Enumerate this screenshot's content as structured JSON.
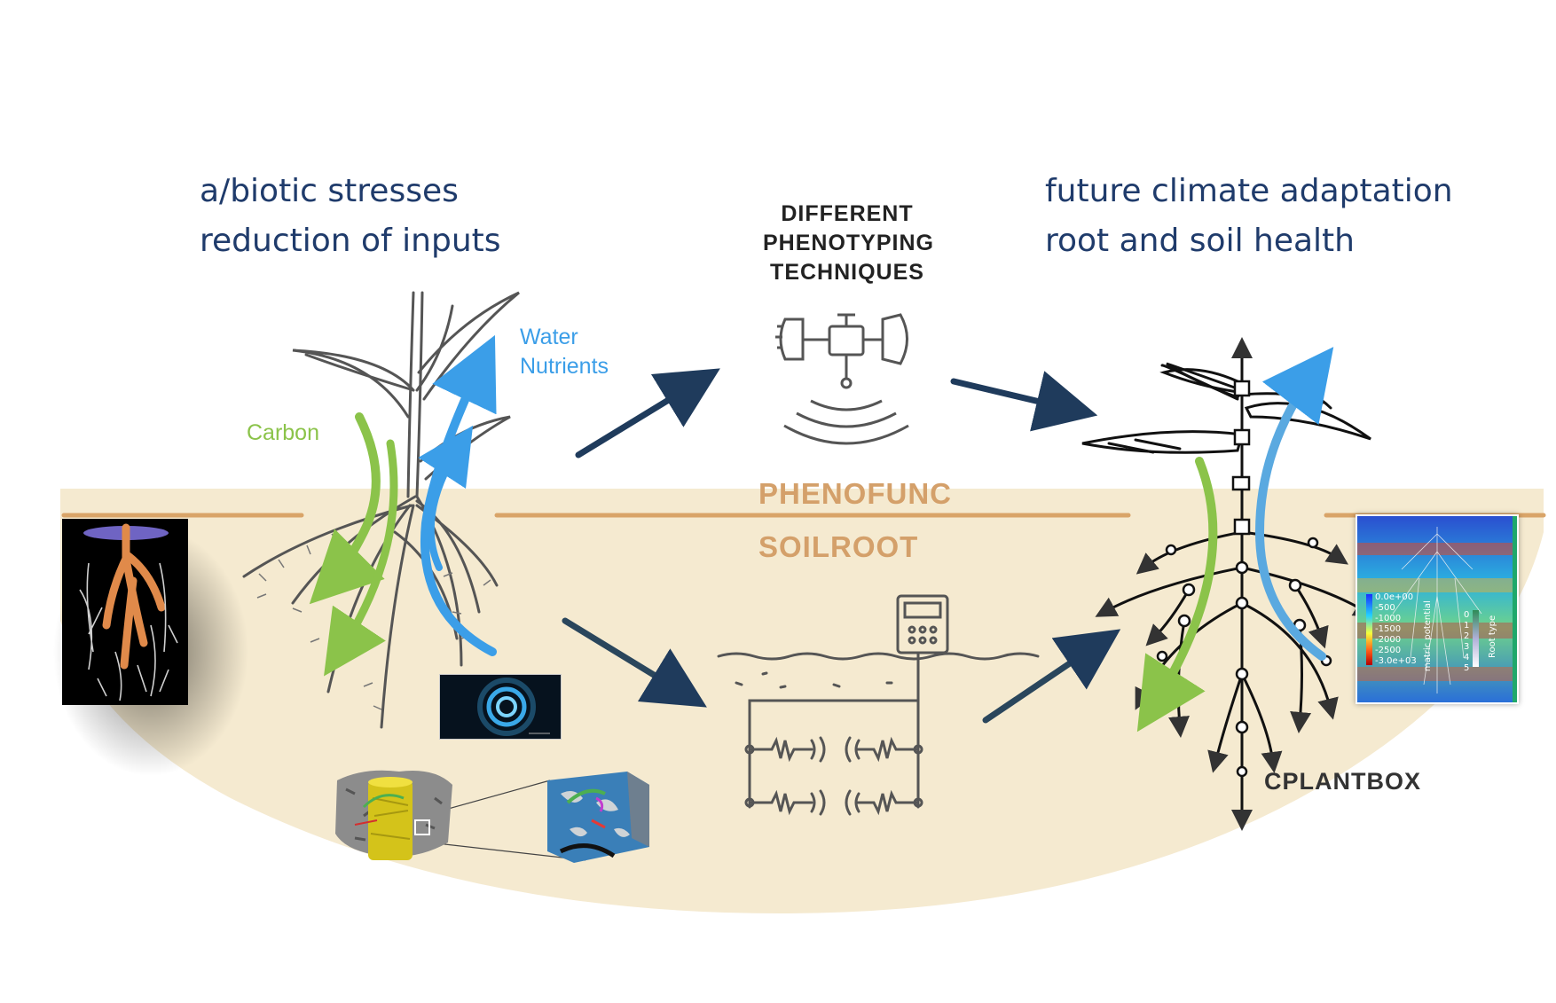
{
  "captions": {
    "left": {
      "line1": "a/biotic stresses",
      "line2": "reduction of inputs"
    },
    "right": {
      "line1": "future climate adaptation",
      "line2": "root and soil health"
    }
  },
  "phenotyping": {
    "line1": "DIFFERENT",
    "line2": "PHENOTYPING",
    "line3": "TECHNIQUES"
  },
  "flows": {
    "water": {
      "line1": "Water",
      "line2": "Nutrients"
    },
    "carbon": "Carbon"
  },
  "bands": {
    "phenofunc": "PHENOFUNC",
    "soilroot": "SOILROOT"
  },
  "model": {
    "name": "CPLANTBOX"
  },
  "simulation_legend": {
    "left_scale": [
      "0.0e+00",
      "-500",
      "-1000",
      "-1500",
      "-2000",
      "-2500",
      "-3.0e+03"
    ],
    "left_title": "matric potential",
    "right_scale": [
      "0",
      "1",
      "2",
      "3",
      "4",
      "5"
    ],
    "right_title": "Root type"
  },
  "colors": {
    "caption": "#1f3b6b",
    "soil": "#f5ead0",
    "soil_line": "#d9a468",
    "band_text": "#d4a06a",
    "water": "#3b9ee8",
    "carbon": "#8bc34a",
    "flow_arrow": "#1f3b5c"
  }
}
